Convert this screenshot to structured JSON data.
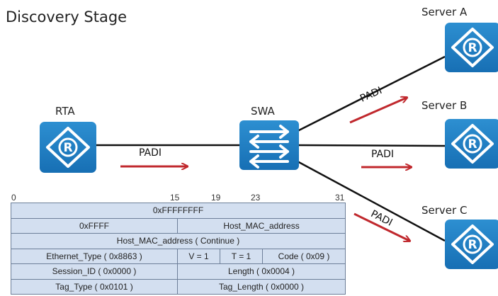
{
  "title": "Discovery Stage",
  "devices": {
    "rta": "RTA",
    "swa": "SWA",
    "server_a": "Server A",
    "server_b": "Server B",
    "server_c": "Server C",
    "router_icon": "router-icon",
    "switch_icon": "switch-icon"
  },
  "packets": {
    "rta_to_swa": "PADI",
    "to_server_a": "PADI",
    "to_server_b": "PADI",
    "to_server_c": "PADI"
  },
  "colors": {
    "device_blue": "#1f7fc4",
    "arrow_red": "#c0282d",
    "table_fill": "#d3dff0"
  },
  "bit_positions": [
    "0",
    "15",
    "19",
    "23",
    "31"
  ],
  "header_rows": {
    "r1": [
      "0xFFFFFFFF"
    ],
    "r2": [
      "0xFFFF",
      "Host_MAC_address"
    ],
    "r3": [
      "Host_MAC_address ( Continue )"
    ],
    "r4": [
      "Ethernet_Type ( 0x8863 )",
      "V = 1",
      "T = 1",
      "Code ( 0x09 )"
    ],
    "r5": [
      "Session_ID ( 0x0000 )",
      "Length ( 0x0004 )"
    ],
    "r6": [
      "Tag_Type ( 0x0101 )",
      "Tag_Length ( 0x0000 )"
    ]
  }
}
